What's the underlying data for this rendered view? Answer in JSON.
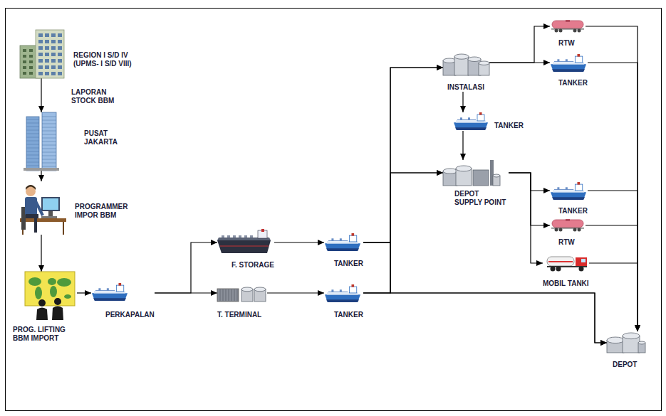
{
  "diagram": {
    "nodes": [
      {
        "text": [
          "REGION I S/D IV (UPMS- I S/D VIII)"
        ]
      },
      {
        "text": [
          "PUSAT JAKARTA"
        ]
      },
      {
        "text": [
          "PROGRAMMER IMPOR BBM"
        ]
      },
      {
        "text": [
          "PROG. LIFTING BBM IMPORT"
        ]
      },
      {
        "text": [
          "PERKAPALAN"
        ]
      },
      {
        "text": [
          "F. STORAGE"
        ]
      },
      {
        "text": [
          "T. TERMINAL"
        ]
      },
      {
        "text": [
          "TANKER"
        ]
      },
      {
        "text": [
          "TANKER"
        ]
      },
      {
        "text": [
          "INSTALASI"
        ]
      },
      {
        "text": [
          "RTW"
        ]
      },
      {
        "text": [
          "TANKER"
        ]
      },
      {
        "text": [
          "TANKER"
        ]
      },
      {
        "text": [
          "DEPOT SUPPLY POINT"
        ]
      },
      {
        "text": [
          "TANKER"
        ]
      },
      {
        "text": [
          "RTW"
        ]
      },
      {
        "text": [
          "MOBIL TANKI"
        ]
      },
      {
        "text": [
          "DEPOT"
        ]
      }
    ],
    "edges": [
      {
        "from": 0,
        "to": 1,
        "arrow": "to",
        "label": "LAPORAN STOCK BBM"
      },
      {
        "from": 1,
        "to": 2,
        "arrow": "to"
      },
      {
        "from": 2,
        "to": 3,
        "arrow": "to"
      },
      {
        "from": 3,
        "to": 4,
        "arrow": "to"
      },
      {
        "from": 4,
        "to": 5,
        "arrow": "to"
      },
      {
        "from": 4,
        "to": 6,
        "arrow": "to"
      },
      {
        "from": 5,
        "to": 7,
        "arrow": "to"
      },
      {
        "from": 6,
        "to": 8,
        "arrow": "to"
      },
      {
        "from": 7,
        "to": 9,
        "arrow": "to"
      },
      {
        "from": 7,
        "to": 13,
        "arrow": "to"
      },
      {
        "from": 7,
        "to": 17,
        "arrow": "to"
      },
      {
        "from": 8,
        "to": 9,
        "arrow": "to"
      },
      {
        "from": 8,
        "to": 13,
        "arrow": "to"
      },
      {
        "from": 8,
        "to": 17,
        "arrow": "to"
      },
      {
        "from": 9,
        "to": 10,
        "arrow": "to"
      },
      {
        "from": 9,
        "to": 11,
        "arrow": "to"
      },
      {
        "from": 9,
        "to": 12,
        "arrow": "to"
      },
      {
        "from": 12,
        "to": 13,
        "arrow": "to"
      },
      {
        "from": 13,
        "to": 14,
        "arrow": "to"
      },
      {
        "from": 13,
        "to": 15,
        "arrow": "to"
      },
      {
        "from": 13,
        "to": 16,
        "arrow": "to"
      },
      {
        "from": 10,
        "to": 17,
        "arrow": "to"
      },
      {
        "from": 11,
        "to": 17,
        "arrow": "to"
      },
      {
        "from": 14,
        "to": 17,
        "arrow": "to"
      },
      {
        "from": 15,
        "to": 17,
        "arrow": "to"
      },
      {
        "from": 16,
        "to": 17,
        "arrow": "to"
      }
    ]
  }
}
